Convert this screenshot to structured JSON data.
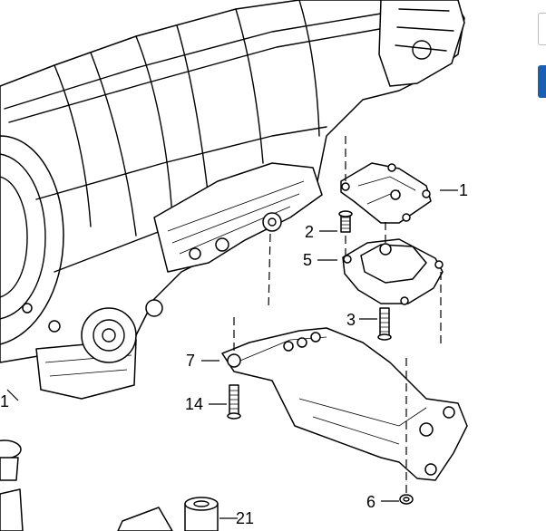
{
  "callouts": {
    "c1": "1",
    "c2": "2",
    "c3": "3",
    "c5": "5",
    "c6": "6",
    "c7": "7",
    "c14": "14",
    "c21": "21",
    "c1_left": "1"
  },
  "colors": {
    "ink": "#000000",
    "background": "#ffffff",
    "ui_accent": "#1a5fb4"
  }
}
